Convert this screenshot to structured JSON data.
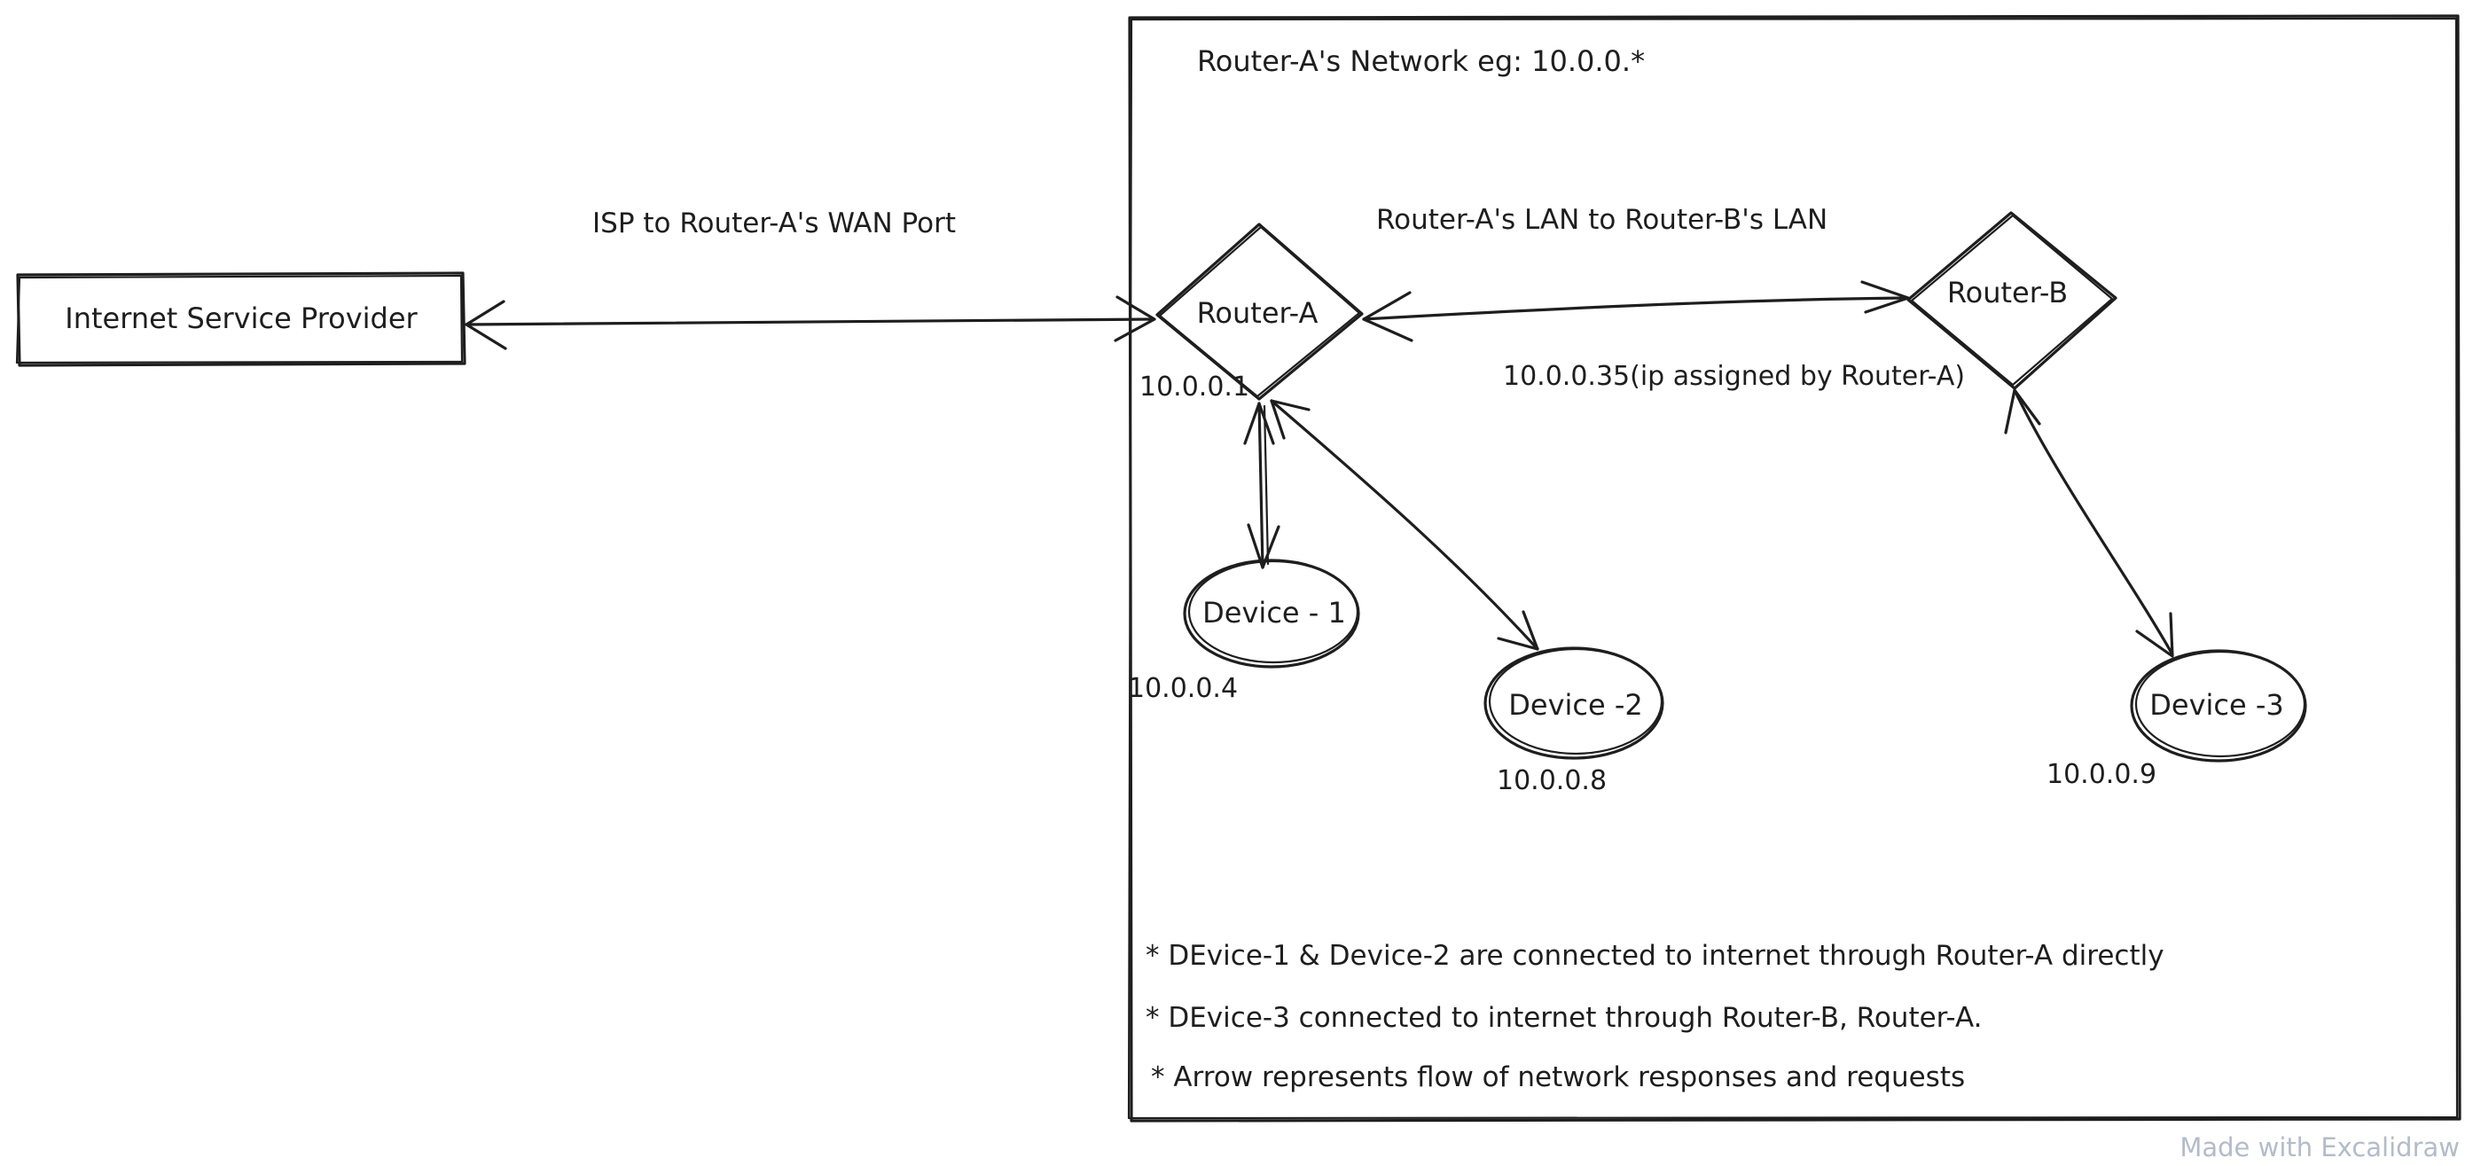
{
  "network_box": {
    "title": "Router-A's Network eg: 10.0.0.*"
  },
  "nodes": {
    "isp": {
      "label": "Internet Service Provider"
    },
    "router_a": {
      "label": "Router-A",
      "ip": "10.0.0.1"
    },
    "router_b": {
      "label": "Router-B",
      "ip": "10.0.0.35(ip assigned by Router-A)"
    },
    "device_1": {
      "label": "Device - 1",
      "ip": "10.0.0.4"
    },
    "device_2": {
      "label": "Device -2",
      "ip": "10.0.0.8"
    },
    "device_3": {
      "label": "Device -3",
      "ip": "10.0.0.9"
    }
  },
  "edges": {
    "isp_router_a": {
      "label": "ISP to Router-A's WAN Port"
    },
    "router_a_router_b": {
      "label": "Router-A's LAN to Router-B's LAN"
    }
  },
  "notes": [
    "* DEvice-1 & Device-2 are connected to internet through Router-A directly",
    "* DEvice-3 connected to internet through Router-B, Router-A.",
    "* Arrow represents flow of network responses and requests"
  ],
  "watermark": "Made with Excalidraw"
}
